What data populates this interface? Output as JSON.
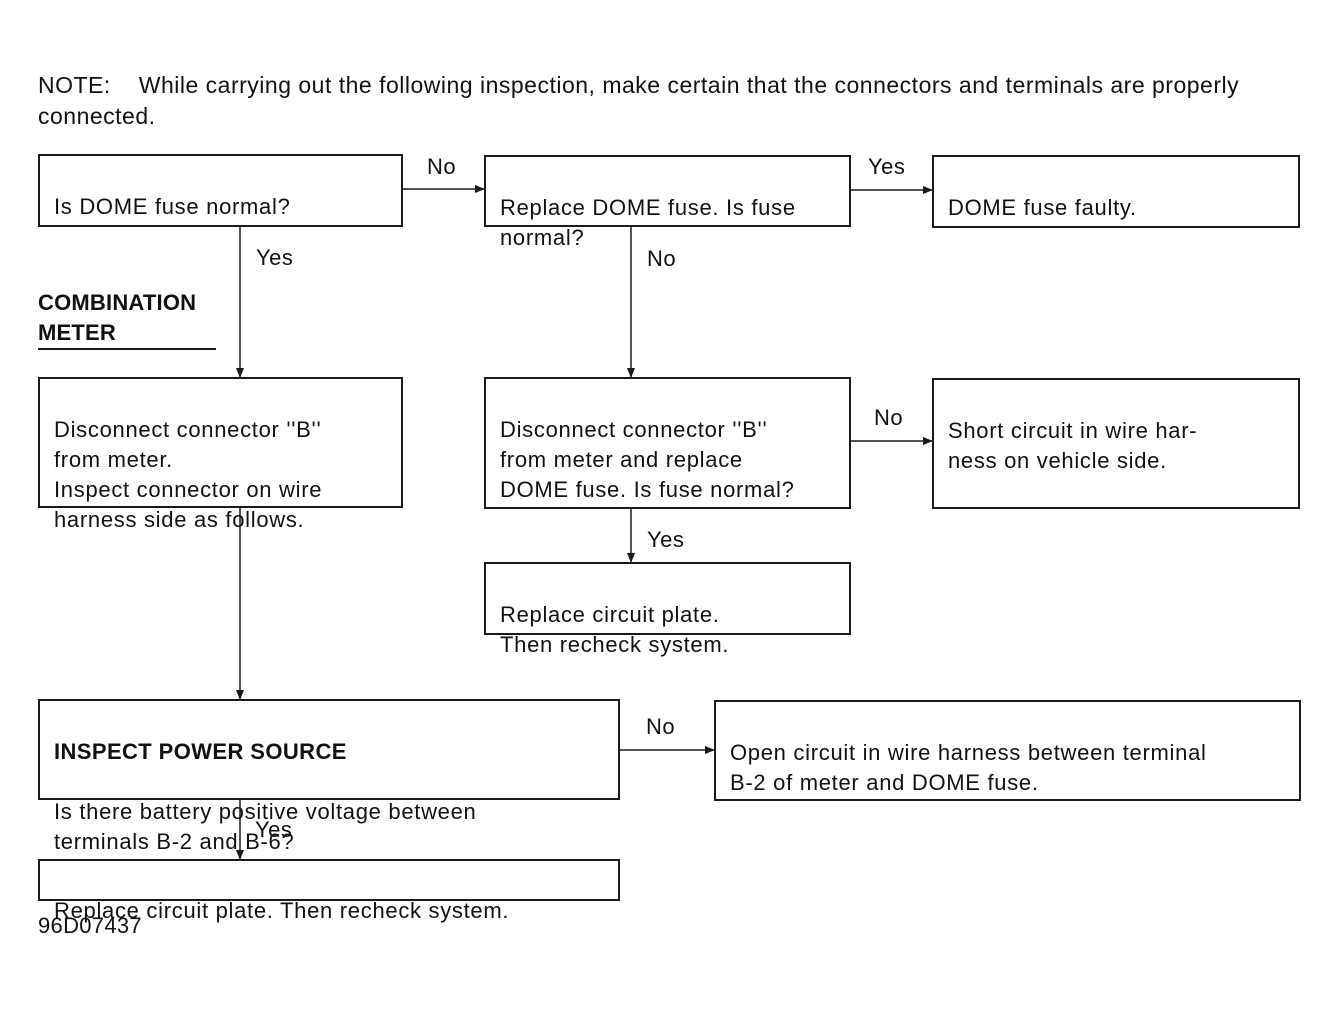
{
  "note": {
    "label": "NOTE:",
    "text": "While carrying out the following inspection, make certain that the connectors and terminals are properly connected."
  },
  "section_heading": "COMBINATION\nMETER",
  "boxes": {
    "dome_fuse_normal": "Is DOME fuse normal?",
    "replace_dome_fuse": "Replace DOME fuse. Is fuse\nnormal?",
    "dome_fuse_faulty": "DOME fuse faulty.",
    "disconnect_connector_inspect": "Disconnect connector ''B''\nfrom meter.\nInspect connector on wire\nharness side as follows.",
    "disconnect_connector_replace": "Disconnect connector ''B''\nfrom meter and replace\nDOME fuse. Is fuse normal?",
    "short_circuit": "Short circuit in wire har-\nness on vehicle side.",
    "replace_circuit_plate_1": "Replace circuit plate.\nThen recheck system.",
    "inspect_power_heading": "INSPECT POWER SOURCE",
    "inspect_power_text": "Is there battery positive voltage between\nterminals B-2 and B-6?",
    "open_circuit": "Open circuit in wire harness between terminal\nB-2 of meter and DOME fuse.",
    "replace_circuit_plate_2": "Replace circuit plate. Then recheck system."
  },
  "labels": {
    "no_1": "No",
    "yes_1": "Yes",
    "yes_2": "Yes",
    "no_2": "No",
    "no_3": "No",
    "yes_3": "Yes",
    "no_4": "No",
    "yes_4": "Yes"
  },
  "reference_code": "96D07437",
  "colors": {
    "line": "#1a1a1a",
    "text": "#111111",
    "background": "#ffffff"
  }
}
